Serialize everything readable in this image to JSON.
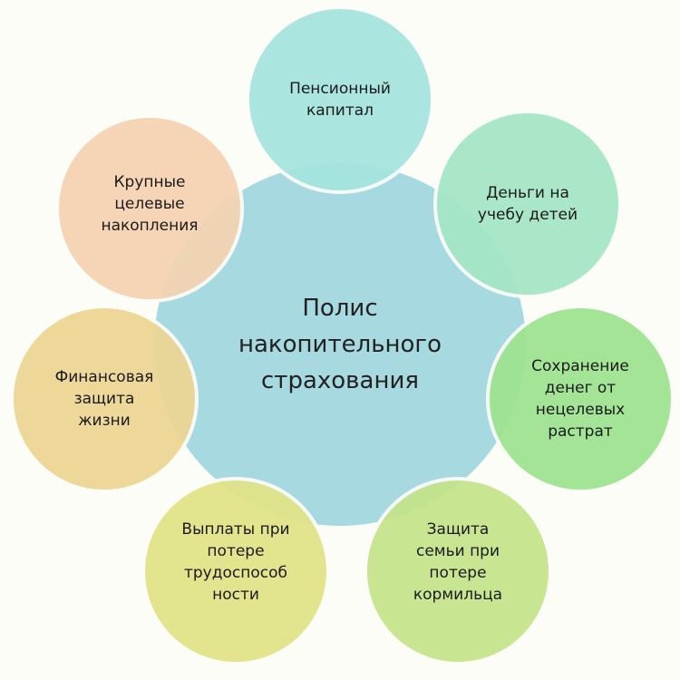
{
  "center": {
    "title": "Полис\nнакопительного\nстрахования",
    "color": "#a7d9e0"
  },
  "nodes": [
    {
      "label": "Пенсионный\nкапитал",
      "color": "#a5e4df"
    },
    {
      "label": "Деньги на\nучебу детей",
      "color": "#a3e6c5"
    },
    {
      "label": "Сохранение\nденег от\nнецелевых\nрастрат",
      "color": "#9ee390"
    },
    {
      "label": "Защита\nсемьи при\nпотере\nкормильца",
      "color": "#c4e48a"
    },
    {
      "label": "Выплаты при\nпотере\nтрудоспособ\nности",
      "color": "#e2e386"
    },
    {
      "label": "Финансовая\nзащита\nжизни",
      "color": "#ecd692"
    },
    {
      "label": "Крупные\nцелевые\nнакопления",
      "color": "#f5d3b2"
    }
  ]
}
